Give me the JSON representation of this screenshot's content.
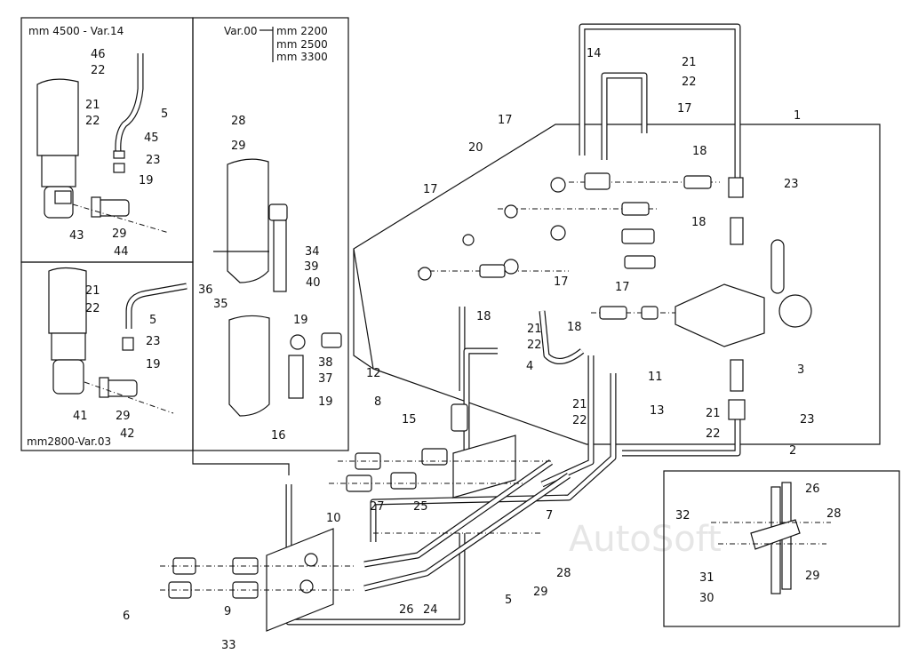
{
  "insets": {
    "var14_title": "mm 4500 - Var.14",
    "var03_title": "mm2800-Var.03",
    "var00_title": "Var.00",
    "var00_lengths": [
      "mm 2200",
      "mm 2500",
      "mm 3300"
    ]
  },
  "watermark": "AutoSoft",
  "labels": {
    "main": [
      "1",
      "14",
      "21",
      "22",
      "17",
      "18",
      "17",
      "20",
      "17",
      "23",
      "18",
      "17",
      "18",
      "17",
      "18",
      "3",
      "21",
      "22",
      "4",
      "21",
      "22",
      "11",
      "12",
      "8",
      "13",
      "23",
      "21",
      "22",
      "2",
      "15",
      "7",
      "27",
      "25",
      "10",
      "28",
      "29",
      "5",
      "24",
      "26",
      "6",
      "9",
      "33"
    ],
    "var14": [
      "46",
      "22",
      "5",
      "21",
      "22",
      "45",
      "23",
      "19",
      "43",
      "29",
      "44"
    ],
    "var00": [
      "28",
      "29",
      "34",
      "39",
      "40",
      "36",
      "35",
      "19",
      "38",
      "37",
      "19",
      "16"
    ],
    "var03": [
      "21",
      "22",
      "5",
      "23",
      "19",
      "41",
      "29",
      "42"
    ],
    "clamp": [
      "26",
      "32",
      "28",
      "31",
      "30",
      "29"
    ]
  }
}
